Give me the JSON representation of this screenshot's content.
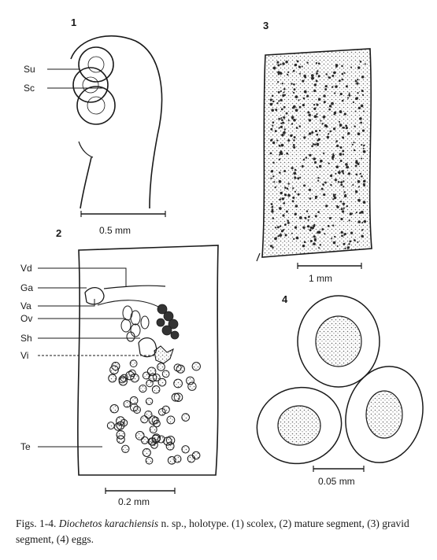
{
  "figures": {
    "fig1": {
      "number": "1",
      "scale": "0.5 mm",
      "labels": {
        "su": "Su",
        "sc": "Sc"
      }
    },
    "fig2": {
      "number": "2",
      "scale": "0.2 mm",
      "labels": {
        "vd": "Vd",
        "ga": "Ga",
        "va": "Va",
        "ov": "Ov",
        "sh": "Sh",
        "vi": "Vi",
        "te": "Te"
      }
    },
    "fig3": {
      "number": "3",
      "scale": "1 mm"
    },
    "fig4": {
      "number": "4",
      "scale": "0.05 mm"
    }
  },
  "caption": {
    "lead": "Figs.   1-4.",
    "species": "Diochetos karachiensis",
    "rest": " n. sp., holotype. (1) scolex, (2) mature segment, (3) gravid segment, (4) eggs."
  },
  "colors": {
    "ink": "#1a1a1a",
    "paper": "#ffffff",
    "stipple": "#6a6a6a"
  }
}
